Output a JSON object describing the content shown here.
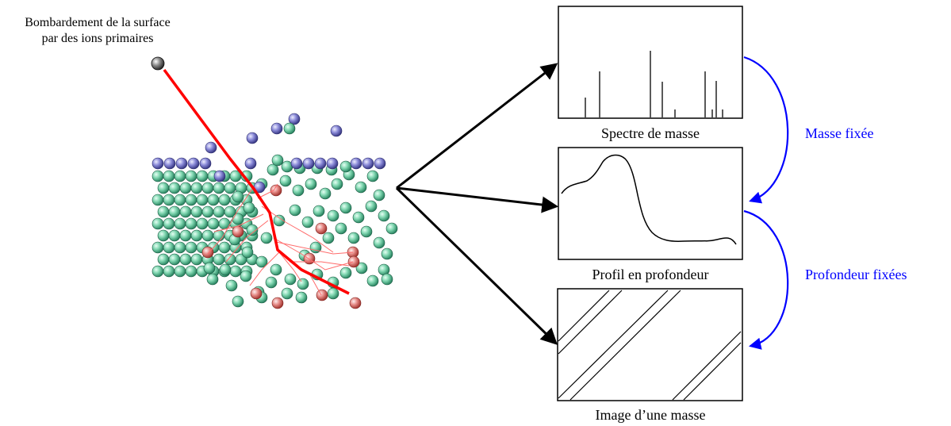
{
  "bombardment_label": {
    "line1": "Bombardement de la surface",
    "line2": "par des ions primaires"
  },
  "panels": {
    "mass_spectrum": {
      "caption": "Spectre de masse"
    },
    "depth_profile": {
      "caption": "Profil en profondeur"
    },
    "mass_image": {
      "caption": "Image d’une masse"
    }
  },
  "transitions": {
    "fixed_mass": "Masse fixée",
    "fixed_depth": "Profondeur fixées"
  },
  "colors": {
    "ion_beam": "#ff0000",
    "cascade": "#ff6b6b",
    "transition_arrow": "#0000ff",
    "transition_text": "#0000ff",
    "surface_atom": "#5b5bb8",
    "bulk_atom": "#2fa37a",
    "displaced_atom": "#d9534f",
    "primary_ion": "#333333"
  }
}
